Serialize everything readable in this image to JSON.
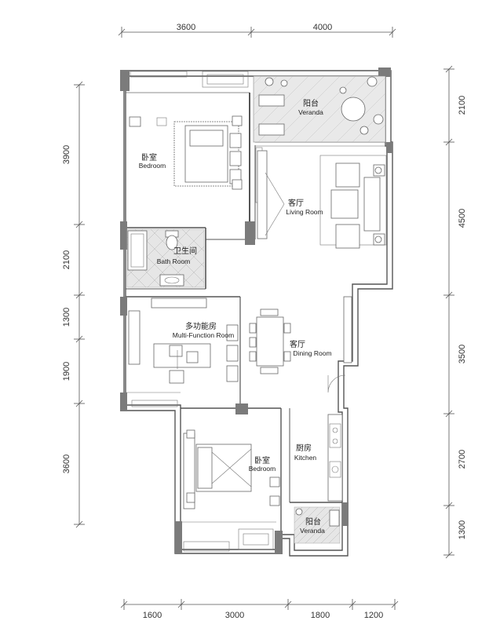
{
  "dimensions": {
    "top": [
      "3600",
      "4000"
    ],
    "bottom": [
      "1600",
      "3000",
      "1800",
      "1200"
    ],
    "left": [
      "3900",
      "2100",
      "1300",
      "1900",
      "3600"
    ],
    "right": [
      "2100",
      "4500",
      "3500",
      "2700",
      "1300"
    ]
  },
  "rooms": {
    "bedroom1": {
      "cn": "卧室",
      "en": "Bedroom"
    },
    "veranda1": {
      "cn": "阳台",
      "en": "Veranda"
    },
    "living": {
      "cn": "客厅",
      "en": "Living Room"
    },
    "bath": {
      "cn": "卫生间",
      "en": "Bath Room"
    },
    "multi": {
      "cn": "多功能房",
      "en": "Multi-Function Room"
    },
    "dining": {
      "cn": "客厅",
      "en": "Dining Room"
    },
    "bedroom2": {
      "cn": "卧室",
      "en": "Bedroom"
    },
    "kitchen": {
      "cn": "厨房",
      "en": "Kitchen"
    },
    "veranda2": {
      "cn": "阳台",
      "en": "Veranda"
    }
  }
}
